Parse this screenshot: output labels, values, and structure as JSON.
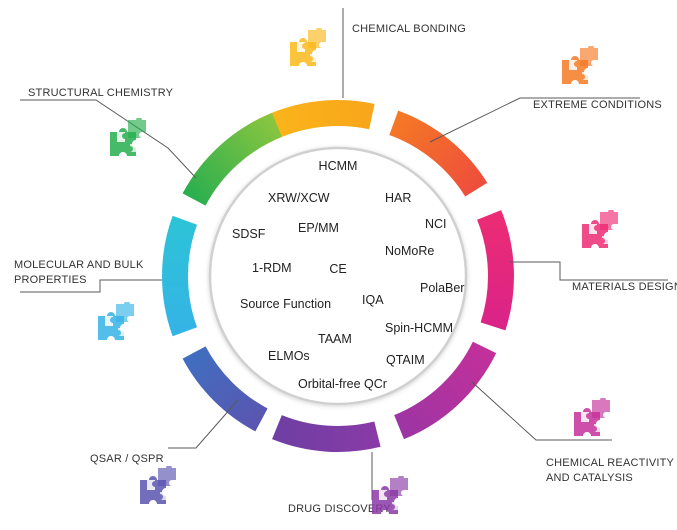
{
  "segments": [
    {
      "id": "chemical-bonding",
      "lines": [
        "CHEMICAL BONDING"
      ],
      "color": "#FBB81B",
      "color2": "#F8A51A"
    },
    {
      "id": "extreme-conditions",
      "lines": [
        "EXTREME CONDITIONS"
      ],
      "color": "#F47A24",
      "color2": "#EE4C3D"
    },
    {
      "id": "materials-design",
      "lines": [
        "MATERIALS DESIGN"
      ],
      "color": "#EC2C73",
      "color2": "#DA2389"
    },
    {
      "id": "chemical-reactivity",
      "lines": [
        "CHEMICAL REACTIVITY",
        "AND CATALYSIS"
      ],
      "color": "#C4309A",
      "color2": "#9B35A4"
    },
    {
      "id": "drug-discovery",
      "lines": [
        "DRUG DISCOVERY"
      ],
      "color": "#8A3AA6",
      "color2": "#6D3FA4"
    },
    {
      "id": "qsar-qspr",
      "lines": [
        "QSAR / QSPR"
      ],
      "color": "#5B55B0",
      "color2": "#3F6FC0"
    },
    {
      "id": "molecular-bulk",
      "lines": [
        "MOLECULAR AND BULK",
        "PROPERTIES"
      ],
      "color": "#35B3E6",
      "color2": "#2CC4D6"
    },
    {
      "id": "structural-chemistry",
      "lines": [
        "STRUCTURAL CHEMISTRY"
      ],
      "color": "#27AE4F",
      "color2": "#8CC63F"
    }
  ],
  "terms": [
    "HCMM",
    "XRW/XCW",
    "HAR",
    "NCI",
    "SDSF",
    "EP/MM",
    "NoMoRe",
    "1-RDM",
    "CE",
    "PolaBer",
    "Source Function",
    "IQA",
    "Spin-HCMM",
    "TAAM",
    "ELMOs",
    "QTAIM",
    "Orbital-free QCr"
  ]
}
